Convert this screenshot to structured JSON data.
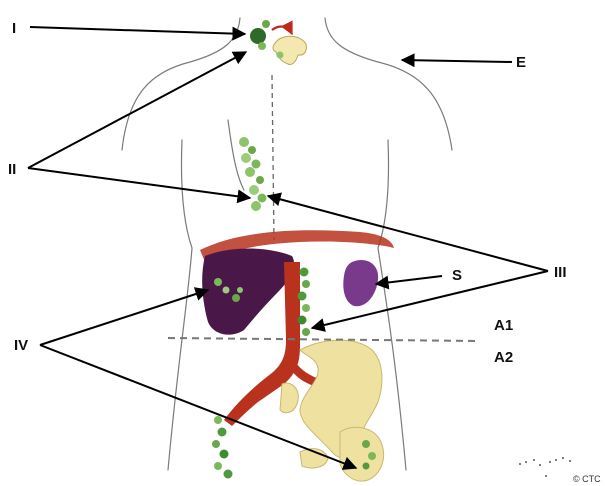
{
  "labels": {
    "I": "I",
    "II": "II",
    "III": "III",
    "IV": "IV",
    "E": "E",
    "S": "S",
    "A1": "A1",
    "A2": "A2"
  },
  "copyright": "© CTC",
  "colors": {
    "node_green": "#4e9a3c",
    "node_light": "#9ccc7a",
    "liver": "#4a1848",
    "spleen": "#7a3a8c",
    "artery": "#b8321e",
    "pelvis": "#efe2a0",
    "thyroid": "#f2e8b0"
  }
}
